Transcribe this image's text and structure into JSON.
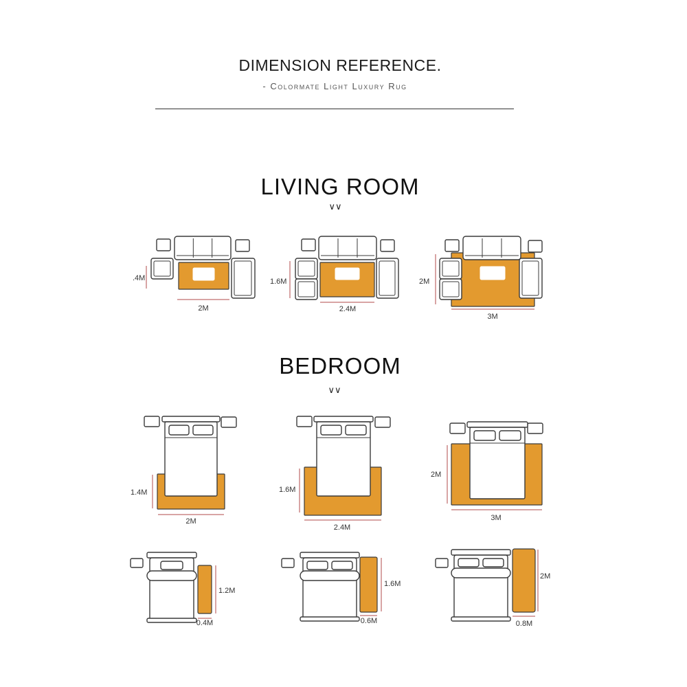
{
  "header": {
    "title": "DIMENSION REFERENCE.",
    "subtitle": "- Colormate Light Luxury Rug"
  },
  "living_room": {
    "title": "LIVING  ROOM",
    "chevron": "∨∨",
    "layouts": [
      {
        "width_label": "2M",
        "depth_label": ".4M"
      },
      {
        "width_label": "2.4M",
        "depth_label": "1.6M"
      },
      {
        "width_label": "3M",
        "depth_label": "2M"
      }
    ]
  },
  "bedroom": {
    "title": "BEDROOM",
    "chevron": "∨∨",
    "layouts": [
      {
        "width_label": "2M",
        "depth_label": "1.4M"
      },
      {
        "width_label": "2.4M",
        "depth_label": "1.6M"
      },
      {
        "width_label": "3M",
        "depth_label": "2M"
      }
    ],
    "runners": [
      {
        "width_label": "0.4M",
        "length_label": "1.2M"
      },
      {
        "width_label": "0.6M",
        "length_label": "1.6M"
      },
      {
        "width_label": "0.8M",
        "length_label": "2M"
      }
    ]
  },
  "colors": {
    "rug": "#E39A2F",
    "line": "#3a3a3a",
    "measure": "#b04a4a"
  }
}
